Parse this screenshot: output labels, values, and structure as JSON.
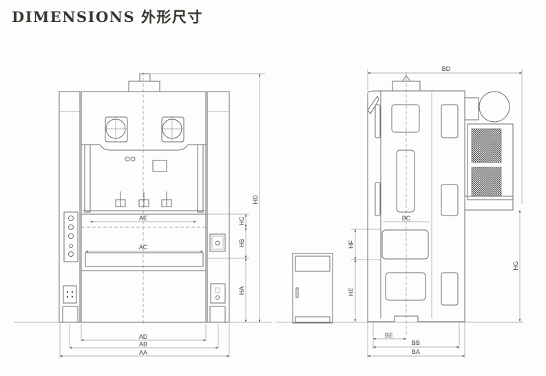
{
  "title": "DIMENSIONS 外形尺寸",
  "front_view": {
    "labels": {
      "AE": "AE",
      "AC": "AC",
      "AD": "AD",
      "AB": "AB",
      "AA": "AA",
      "HD": "HD",
      "HC": "HC",
      "HB": "HB",
      "HA": "HA"
    }
  },
  "side_view": {
    "labels": {
      "BD": "BD",
      "BC": "BC",
      "HF": "HF",
      "HE": "HE",
      "HG": "HG",
      "BE": "BE",
      "BB": "BB",
      "BA": "BA"
    }
  },
  "colors": {
    "line": "#6c6c6c",
    "background": "#fdfdfb",
    "title": "#3a3533"
  }
}
